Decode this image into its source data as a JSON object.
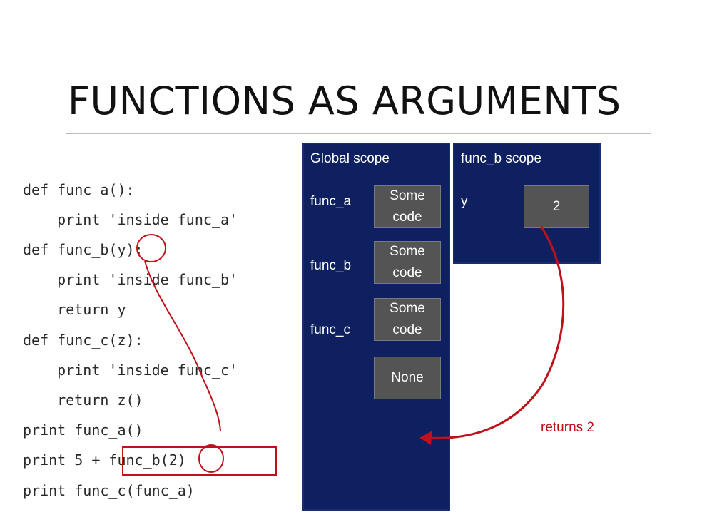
{
  "slide": {
    "title": "FUNCTIONS AS ARGUMENTS"
  },
  "code": {
    "lines": [
      "def func_a():",
      "    print 'inside func_a'",
      "def func_b(y):",
      "    print 'inside func_b'",
      "    return y",
      "def func_c(z):",
      "    print 'inside func_c'",
      "    return z()",
      "print func_a()",
      "print 5 + func_b(2)",
      "print func_c(func_a)"
    ]
  },
  "global_scope": {
    "title": "Global scope",
    "rows": [
      {
        "name": "func_a",
        "value": "Some\ncode"
      },
      {
        "name": "func_b",
        "value": "Some\ncode"
      },
      {
        "name": "func_c",
        "value": "Some\ncode"
      },
      {
        "name": "",
        "value": "None"
      }
    ]
  },
  "func_b_scope": {
    "title": "func_b scope",
    "var_name": "y",
    "var_value": "2"
  },
  "annotation": {
    "returns_label": "returns 2"
  },
  "colors": {
    "scope_bg": "#0e2060",
    "value_box": "#545454",
    "annotation_red": "#c0101b"
  }
}
